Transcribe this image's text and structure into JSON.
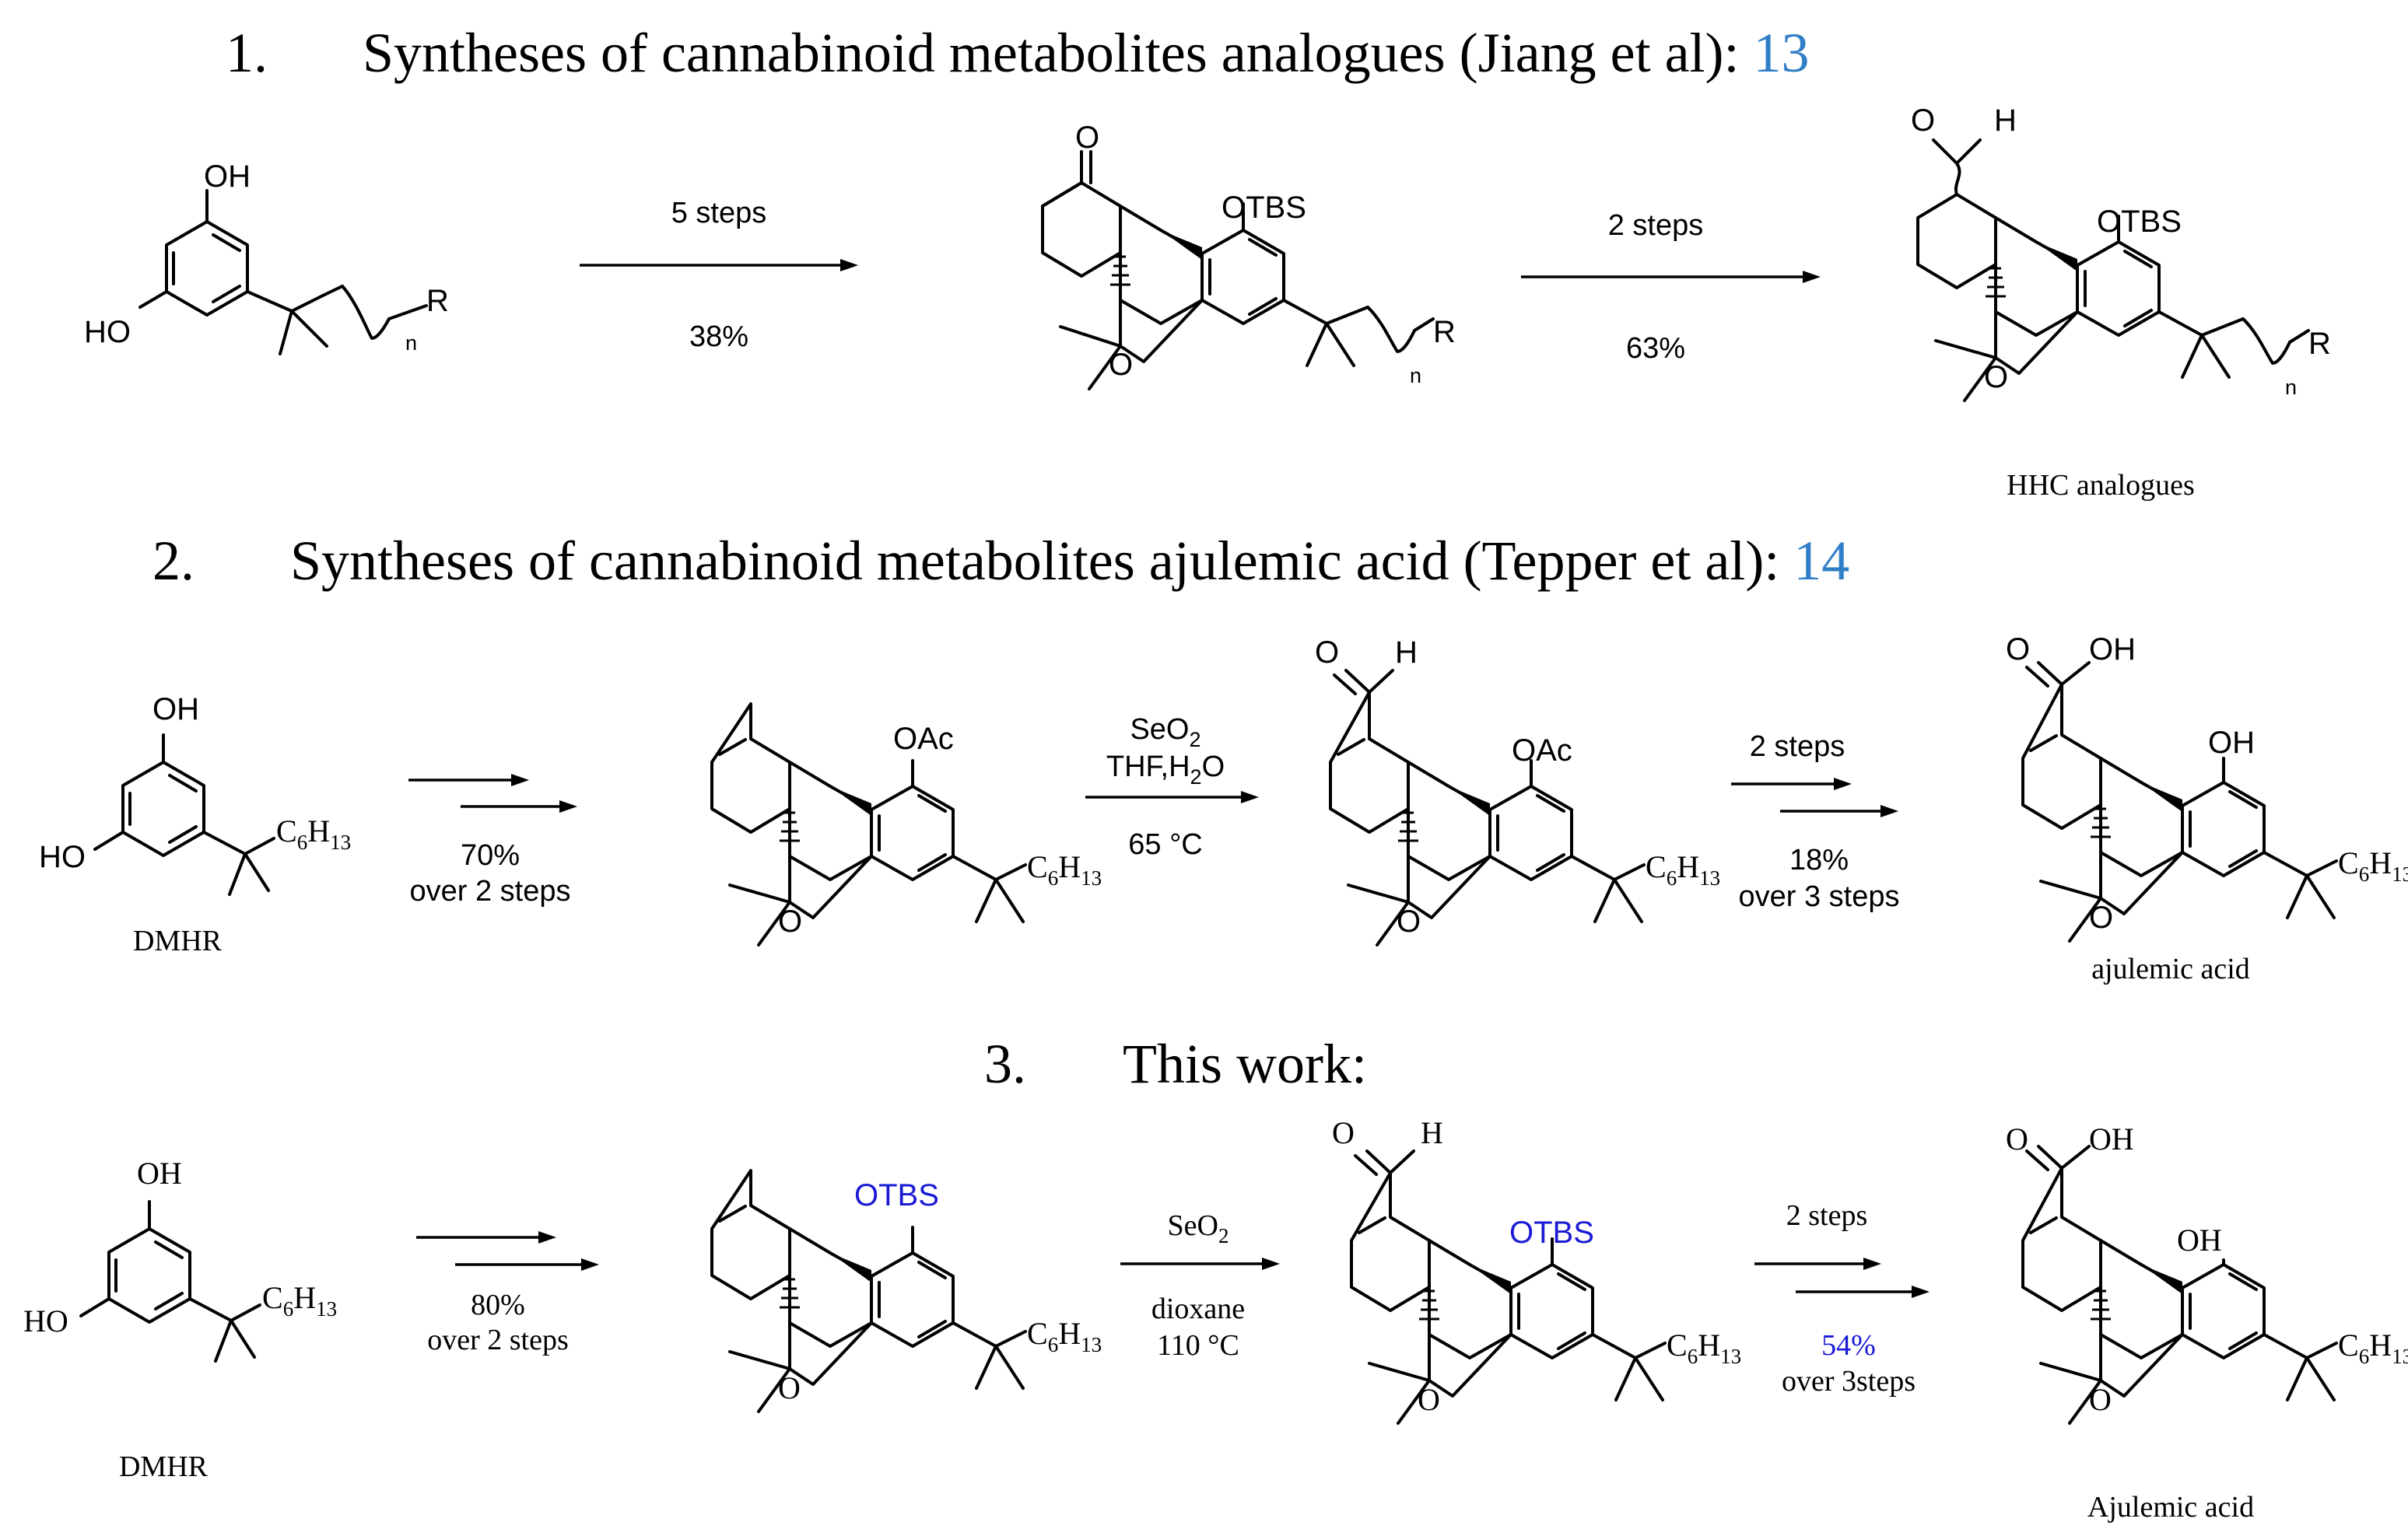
{
  "sections": [
    {
      "number": "1.",
      "title": "Syntheses of cannabinoid metabolites analogues (Jiang et al):",
      "ref": "13",
      "ref_color": "#2f7ec7"
    },
    {
      "number": "2.",
      "title": "Syntheses of cannabinoid metabolites ajulemic acid (Tepper et al):",
      "ref": "14",
      "ref_color": "#2f7ec7"
    },
    {
      "number": "3.",
      "title": "This work:"
    }
  ],
  "atoms": {
    "OH": "OH",
    "HO": "HO",
    "O": "O",
    "H": "H",
    "R": "R",
    "n": "n",
    "OTBS": "OTBS",
    "OAc": "OAc",
    "C6": "C",
    "six": "6",
    "H13": "H",
    "thirteen": "13"
  },
  "scheme1": {
    "arrow1_top": "5 steps",
    "arrow1_bottom": "38%",
    "arrow2_top": "2 steps",
    "arrow2_bottom": "63%",
    "product_label": "HHC analogues"
  },
  "scheme2": {
    "start_label": "DMHR",
    "arrow1_bottom_line1": "70%",
    "arrow1_bottom_line2": "over 2 steps",
    "arrow2_reagent": "SeO",
    "arrow2_reagent_sub": "2",
    "arrow2_solvent_a": "THF,H",
    "arrow2_solvent_sub": "2",
    "arrow2_solvent_b": "O",
    "arrow2_temp": "65 °C",
    "arrow3_top": "2 steps",
    "arrow3_bottom_line1": "18%",
    "arrow3_bottom_line2": "over 3 steps",
    "product_label": "ajulemic acid"
  },
  "scheme3": {
    "start_label": "DMHR",
    "arrow1_bottom_line1": "80%",
    "arrow1_bottom_line2": "over 2 steps",
    "arrow2_reagent": "SeO",
    "arrow2_reagent_sub": "2",
    "arrow2_solvent": "dioxane",
    "arrow2_temp": "110 °C",
    "arrow3_top": "2 steps",
    "arrow3_bottom_line1": "54%",
    "arrow3_bottom_line2": "over 3steps",
    "highlight_color": "#1a1ad6",
    "product_label": "Ajulemic acid"
  }
}
